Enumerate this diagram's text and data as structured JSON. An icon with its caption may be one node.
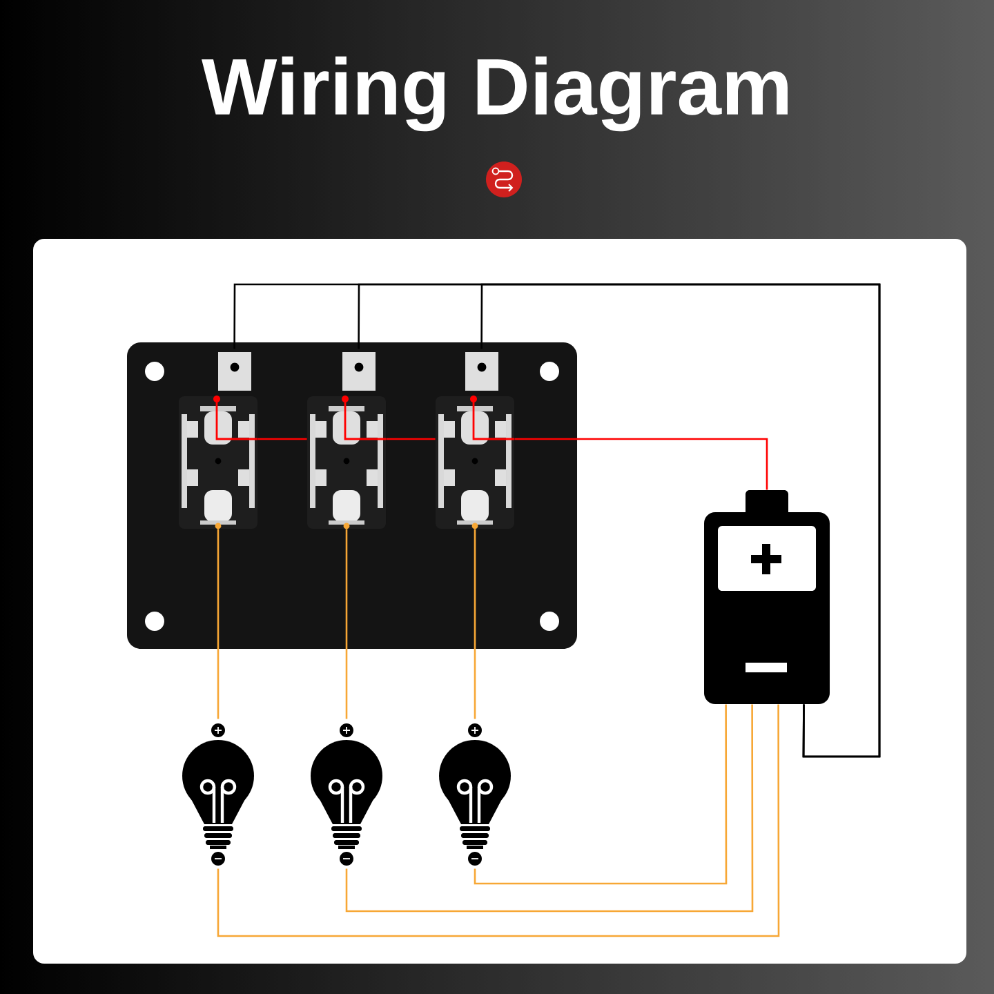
{
  "diagram": {
    "title": "Wiring Diagram",
    "nodes": [
      {
        "text": [],
        "shape": "picture"
      },
      {
        "text": [],
        "shape": "picture",
        "in": 0
      },
      {
        "text": [],
        "shape": "picture",
        "in": 0
      },
      {
        "text": [],
        "shape": "picture",
        "in": 0
      },
      {
        "text": [],
        "shape": "picture"
      },
      {
        "text": [],
        "shape": "picture"
      },
      {
        "text": [],
        "shape": "picture"
      },
      {
        "text": [],
        "shape": "picture"
      }
    ],
    "edges": [
      {
        "from": 4,
        "to": 1,
        "arrow": "none",
        "color": "#000000"
      },
      {
        "from": 4,
        "to": 2,
        "arrow": "none",
        "color": "#000000"
      },
      {
        "from": 4,
        "to": 3,
        "arrow": "none",
        "color": "#000000"
      },
      {
        "from": 4,
        "to": 3,
        "arrow": "none",
        "color": "#ff0000"
      },
      {
        "from": 3,
        "to": 2,
        "arrow": "none",
        "color": "#ff0000"
      },
      {
        "from": 2,
        "to": 1,
        "arrow": "none",
        "color": "#ff0000"
      },
      {
        "from": 1,
        "to": 5,
        "arrow": "none"
      },
      {
        "from": 2,
        "to": 6,
        "arrow": "none"
      },
      {
        "from": 3,
        "to": 7,
        "arrow": "none"
      },
      {
        "from": 7,
        "to": 4,
        "arrow": "none"
      },
      {
        "from": 6,
        "to": 4,
        "arrow": "none"
      },
      {
        "from": 5,
        "to": 4,
        "arrow": "none"
      }
    ]
  }
}
